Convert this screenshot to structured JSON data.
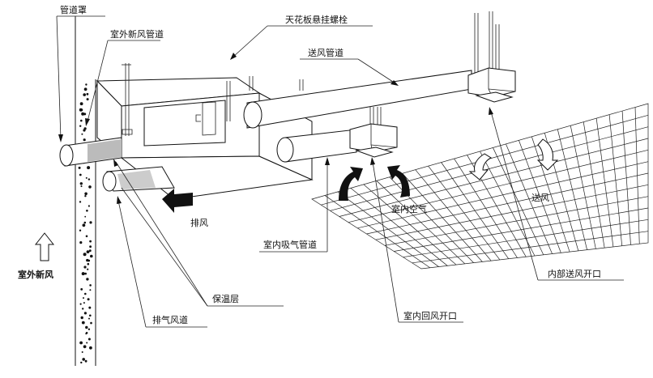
{
  "labels": {
    "duct_cover": "管道罩",
    "outdoor_fresh_air_duct": "室外新风管道",
    "ceiling_hanger_bolt": "天花板悬挂螺栓",
    "supply_air_duct": "送风管道",
    "exhaust_air": "排风",
    "indoor_intake_duct": "室内吸气管道",
    "indoor_air": "室内空气",
    "supply_air": "送风",
    "internal_supply_outlet": "内部送风开口",
    "indoor_return_outlet": "室内回风开口",
    "insulation_layer": "保温层",
    "exhaust_duct": "排气风道",
    "outdoor_fresh_air": "室外新风"
  }
}
